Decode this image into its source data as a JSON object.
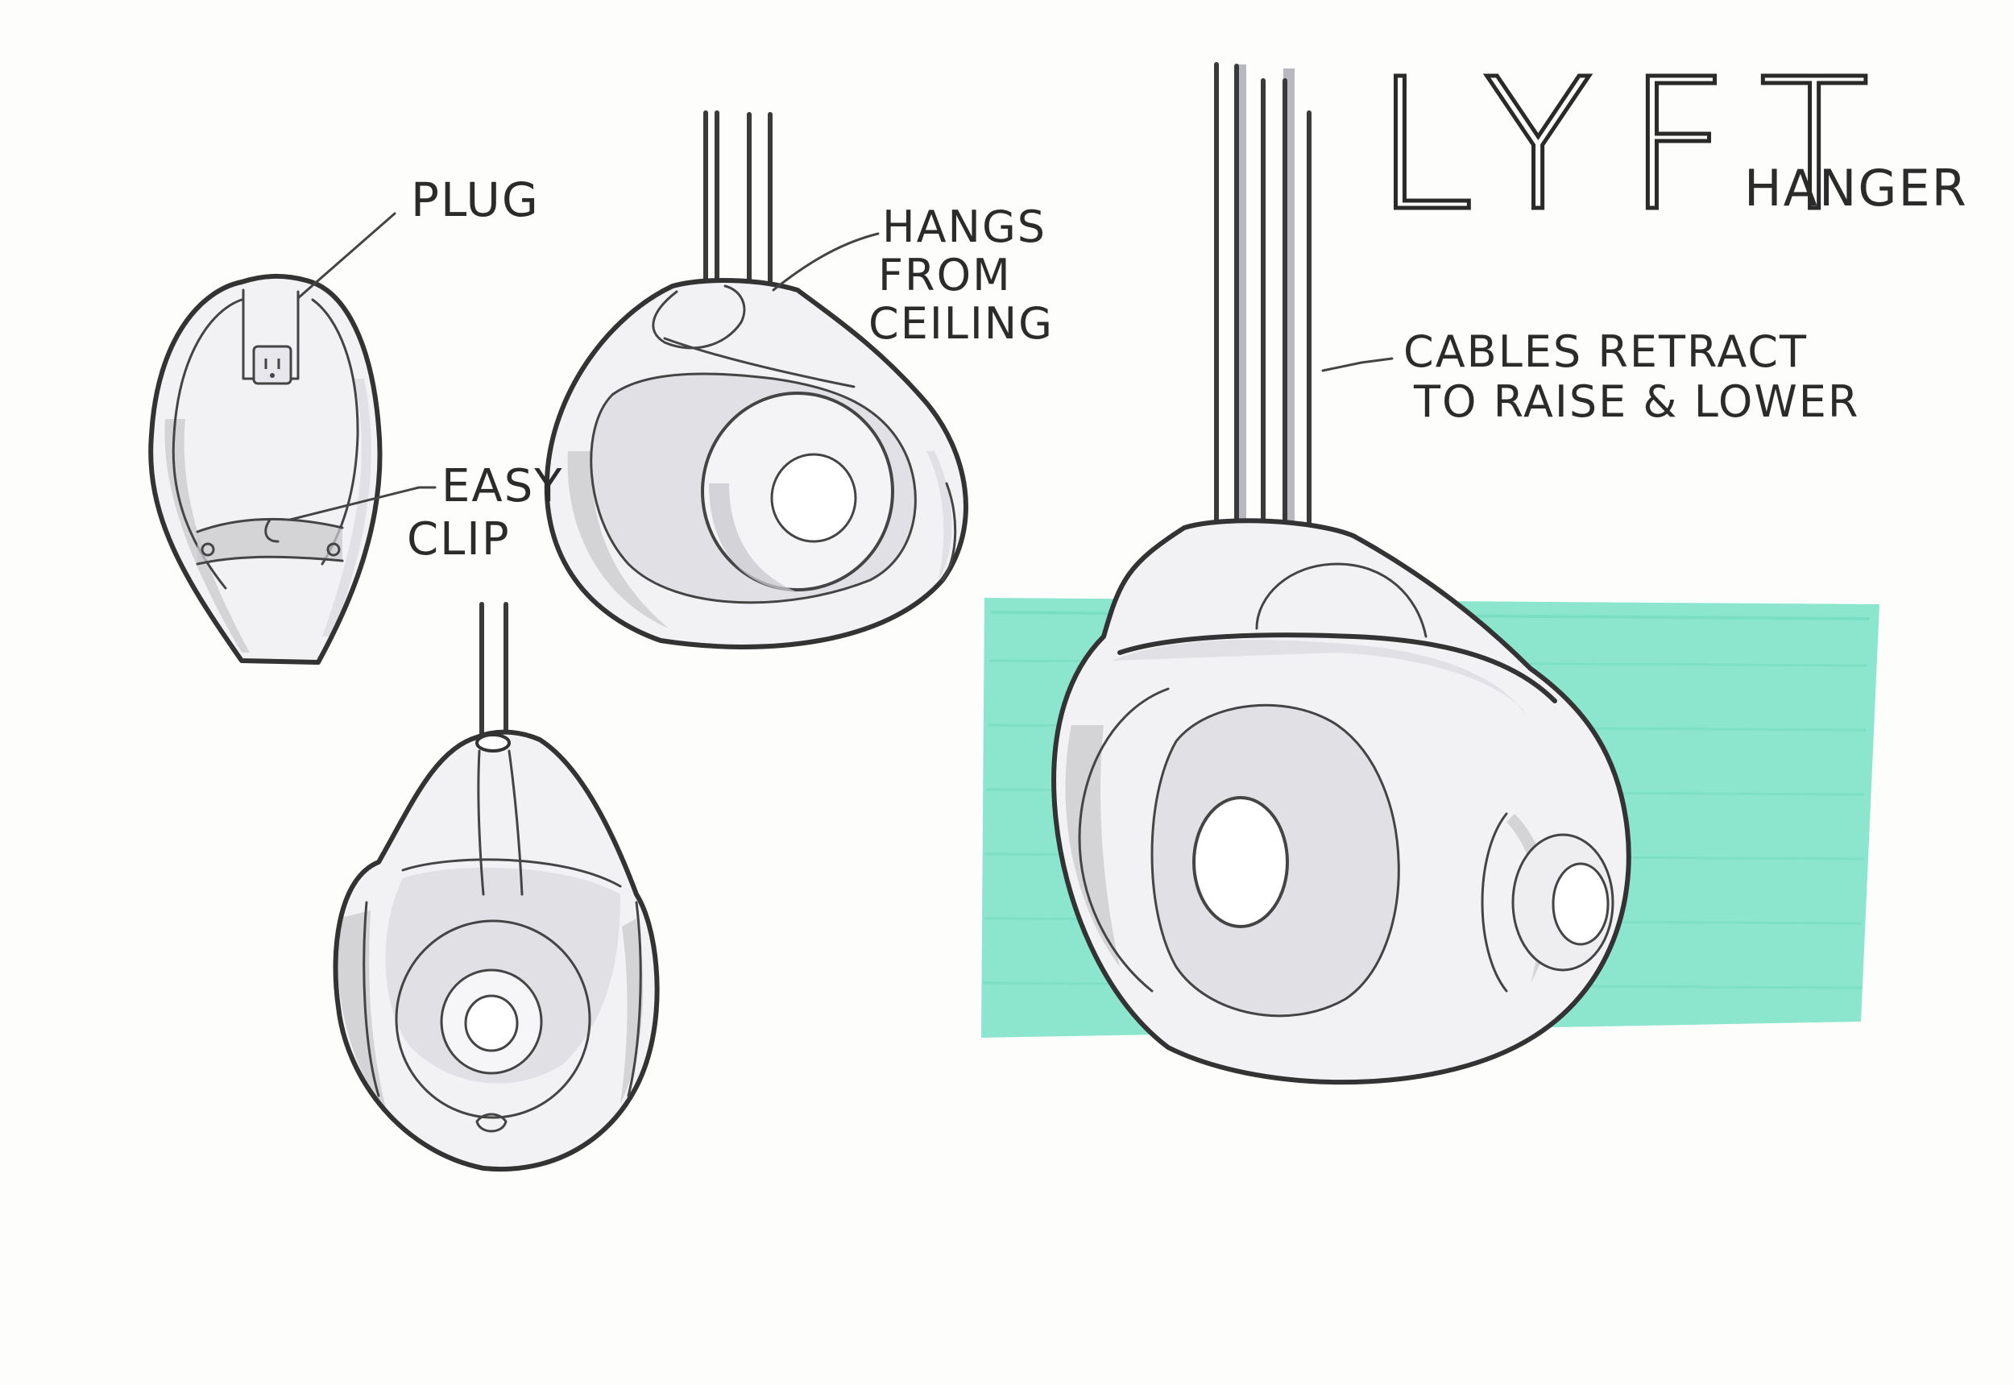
{
  "title": {
    "brand": "LYFT",
    "subtitle": "HANGER"
  },
  "annotations": {
    "plug": "PLUG",
    "easy_clip_line1": "EASY",
    "easy_clip_line2": "CLIP",
    "hangs_line1": "HANGS",
    "hangs_line2": "FROM",
    "hangs_line3": "CEILING",
    "cables_line1": "CABLES RETRACT",
    "cables_line2": "TO  RAISE & LOWER"
  },
  "colors": {
    "backdrop": "#7fe3c8",
    "ink": "#333333",
    "marker_grey": "#c9c9ce",
    "paper": "#fdfdfb"
  }
}
